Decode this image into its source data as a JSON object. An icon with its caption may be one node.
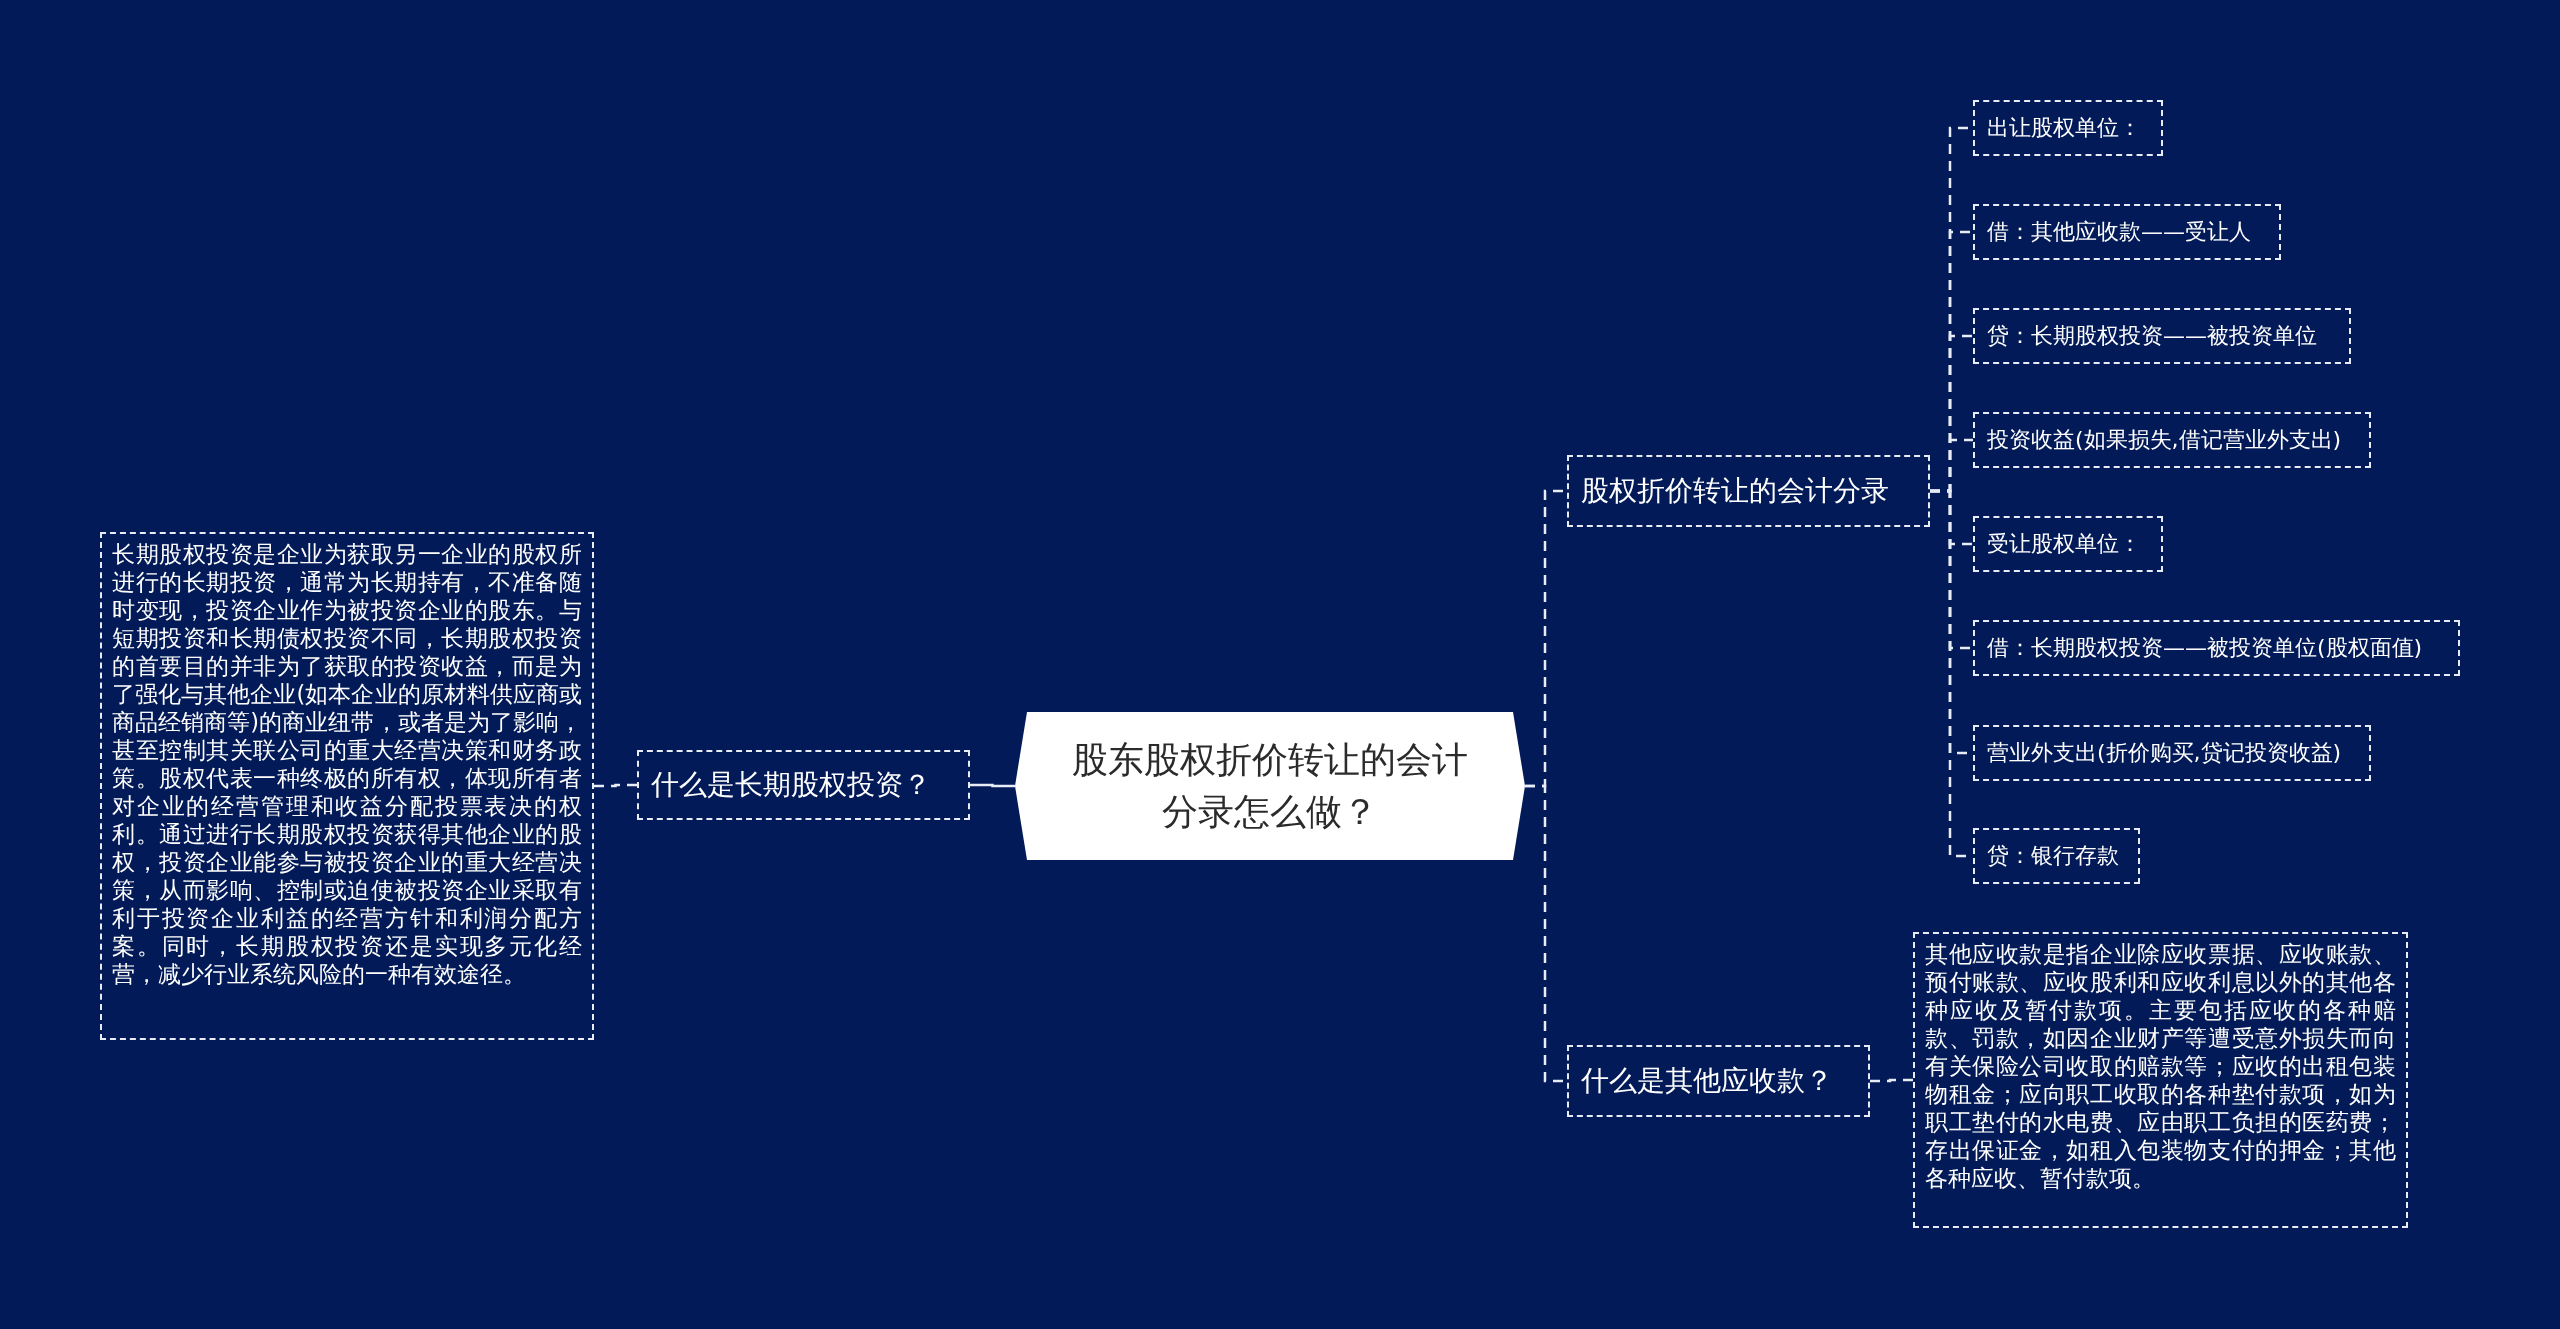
{
  "diagram": {
    "nodes": [
      {
        "text": [
          "股东股权折价转让的会计分录怎么做？"
        ]
      },
      {
        "text": [
          "什么是长期股权投资？"
        ]
      },
      {
        "text": [
          "长期股权投资是企业为获取另一企业的股权所进行的长期投资，通常为长期持有，不准备随时变现，投资企业作为被投资企业的股东。与短期投资和长期债权投资不同，长期股权投资的首要目的并非为了获取的投资收益，而是为了强化与其他企业(如本企业的原材料供应商或商品经销商等)的商业纽带，或者是为了影响，甚至控制其关联公司的重大经营决策和财务政策。股权代表一种终极的所有权，体现所有者对企业的经营管理和收益分配投票表决的权利。通过进行长期股权投资获得其他企业的股权，投资企业能参与被投资企业的重大经营决策，从而影响、控制或迫使被投资企业采取有利于投资企业利益的经营方针和利润分配方案。同时，长期股权投资还是实现多元化经营，减少行业系统风险的一种有效途径。"
        ]
      },
      {
        "text": [
          "股权折价转让的会计分录"
        ]
      },
      {
        "text": [
          "出让股权单位："
        ]
      },
      {
        "text": [
          "借：其他应收款——受让人"
        ]
      },
      {
        "text": [
          "贷：长期股权投资——被投资单位"
        ]
      },
      {
        "text": [
          "投资收益(如果损失,借记营业外支出)"
        ]
      },
      {
        "text": [
          "受让股权单位："
        ]
      },
      {
        "text": [
          "借：长期股权投资——被投资单位(股权面值)"
        ]
      },
      {
        "text": [
          "营业外支出(折价购买,贷记投资收益)"
        ]
      },
      {
        "text": [
          "贷：银行存款"
        ]
      },
      {
        "text": [
          "什么是其他应收款？"
        ]
      },
      {
        "text": [
          "其他应收款是指企业除应收票据、应收账款、预付账款、应收股利和应收利息以外的其他各种应收及暂付款项。主要包括应收的各种赔款、罚款，如因企业财产等遭受意外损失而向有关保险公司收取的赔款等；应收的出租包装物租金；应向职工收取的各种垫付款项，如为职工垫付的水电费、应由职工负担的医药费；存出保证金，如租入包装物支付的押金；其他各种应收、暂付款项。"
        ]
      }
    ],
    "edges": [
      {
        "from": 0,
        "to": 1,
        "arrow": "none"
      },
      {
        "from": 1,
        "to": 2,
        "arrow": "none",
        "style": "dashed"
      },
      {
        "from": 0,
        "to": 3,
        "arrow": "none",
        "style": "dashed"
      },
      {
        "from": 3,
        "to": 4,
        "arrow": "none",
        "style": "dashed"
      },
      {
        "from": 3,
        "to": 5,
        "arrow": "none",
        "style": "dashed"
      },
      {
        "from": 3,
        "to": 6,
        "arrow": "none",
        "style": "dashed"
      },
      {
        "from": 3,
        "to": 7,
        "arrow": "none",
        "style": "dashed"
      },
      {
        "from": 3,
        "to": 8,
        "arrow": "none",
        "style": "dashed"
      },
      {
        "from": 3,
        "to": 9,
        "arrow": "none",
        "style": "dashed"
      },
      {
        "from": 3,
        "to": 10,
        "arrow": "none",
        "style": "dashed"
      },
      {
        "from": 3,
        "to": 11,
        "arrow": "none",
        "style": "dashed"
      },
      {
        "from": 0,
        "to": 12,
        "arrow": "none",
        "style": "dashed"
      },
      {
        "from": 12,
        "to": 13,
        "arrow": "none",
        "style": "dashed"
      }
    ]
  }
}
